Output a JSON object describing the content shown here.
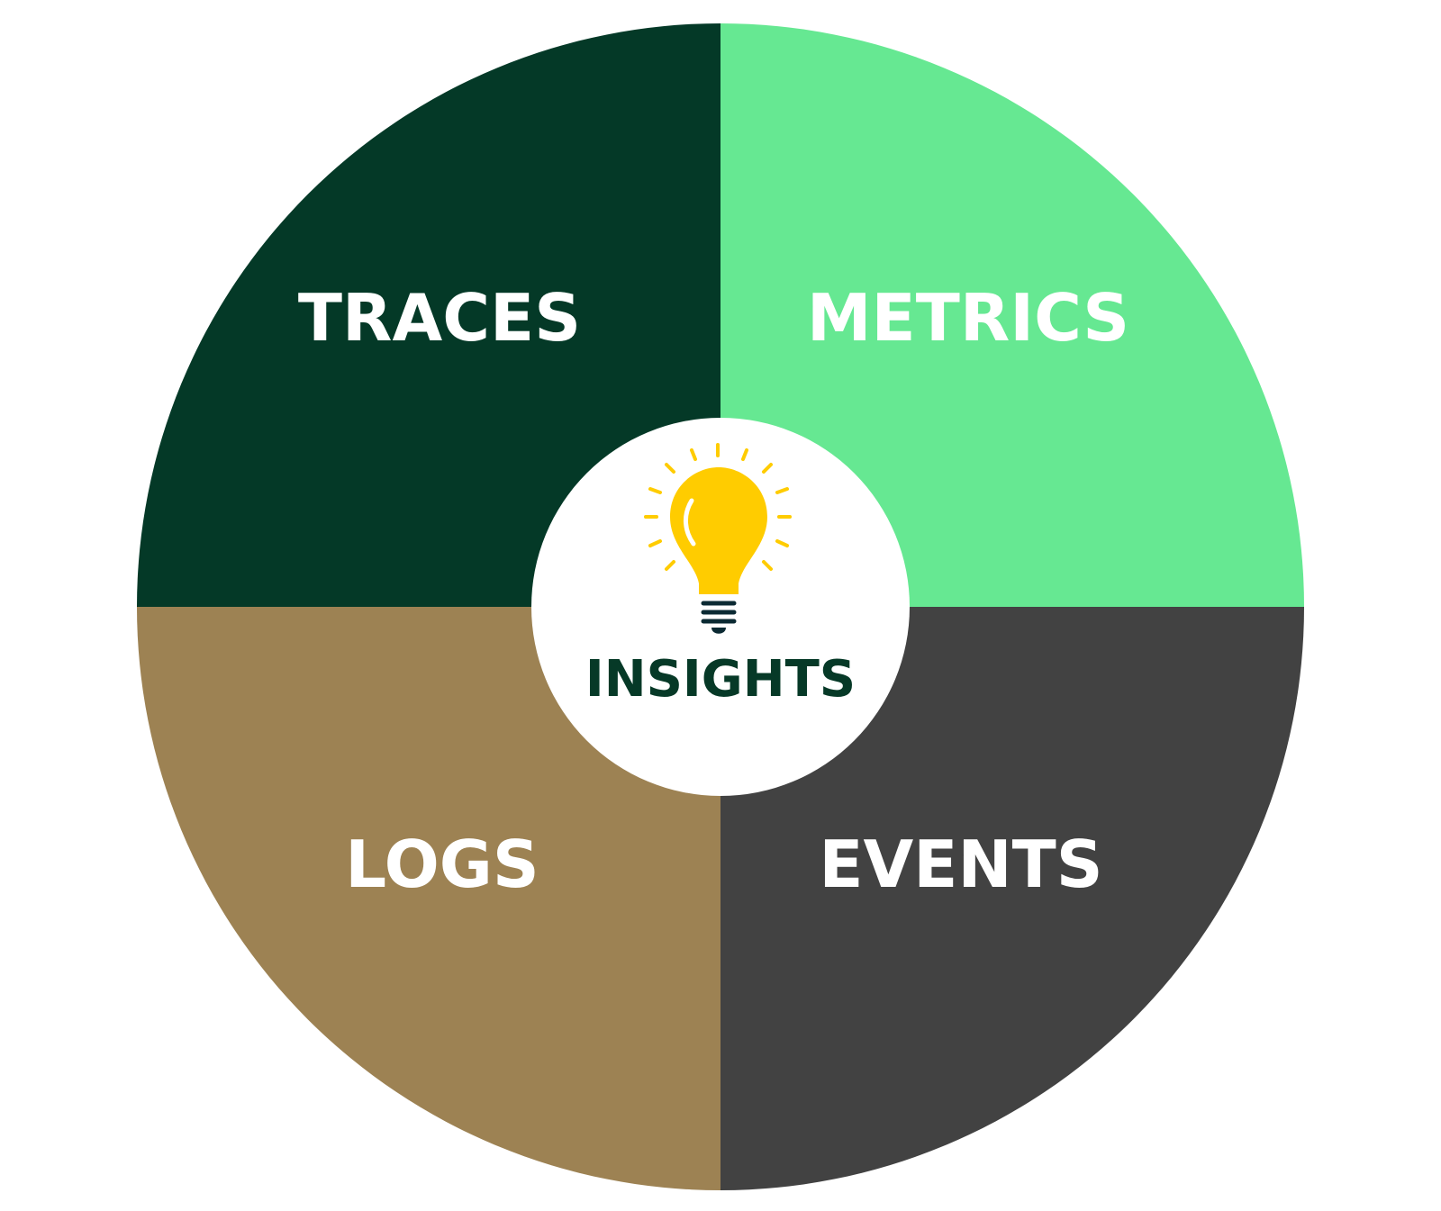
{
  "diagram": {
    "quadrants": [
      {
        "id": "traces",
        "label": "TRACES",
        "color": "#043927"
      },
      {
        "id": "metrics",
        "label": "METRICS",
        "color": "#66E892"
      },
      {
        "id": "events",
        "label": "EVENTS",
        "color": "#424242"
      },
      {
        "id": "logs",
        "label": "LOGS",
        "color": "#9D8253"
      }
    ],
    "center": {
      "label": "INSIGHTS",
      "label_color": "#063927",
      "background": "#ffffff",
      "icon": "lightbulb-icon",
      "icon_color": "#FFCC00",
      "icon_base_color": "#0B2A33"
    }
  }
}
